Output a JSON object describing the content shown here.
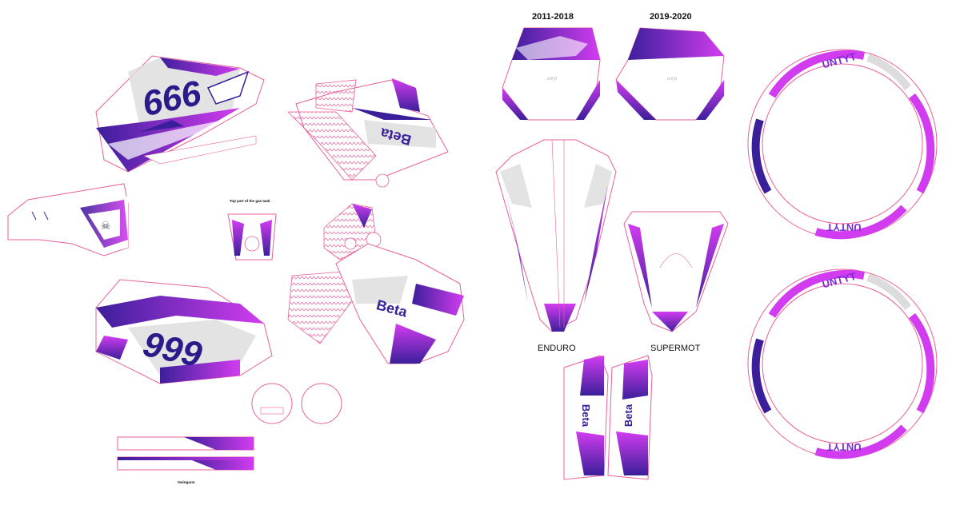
{
  "colors": {
    "outline": "#e8609a",
    "purple_dark": "#3b1f9a",
    "purple": "#7a2ed6",
    "magenta": "#d23cf0",
    "grey_accent": "#dcdcdc"
  },
  "labels": {
    "year_front_1": "2011-2018",
    "year_front_2": "2019-2020",
    "variant_enduro": "ENDURO",
    "variant_supermot": "SUPERMOT",
    "gas_tank_note": "Top part of the gas tank",
    "swingarm_note": "Swingarm"
  },
  "panels": {
    "race_number_top": "666",
    "race_number_bottom": "999",
    "brand_text": "Beta",
    "rim_text": "UNTYT",
    "front_plate_logo": "untyt"
  }
}
